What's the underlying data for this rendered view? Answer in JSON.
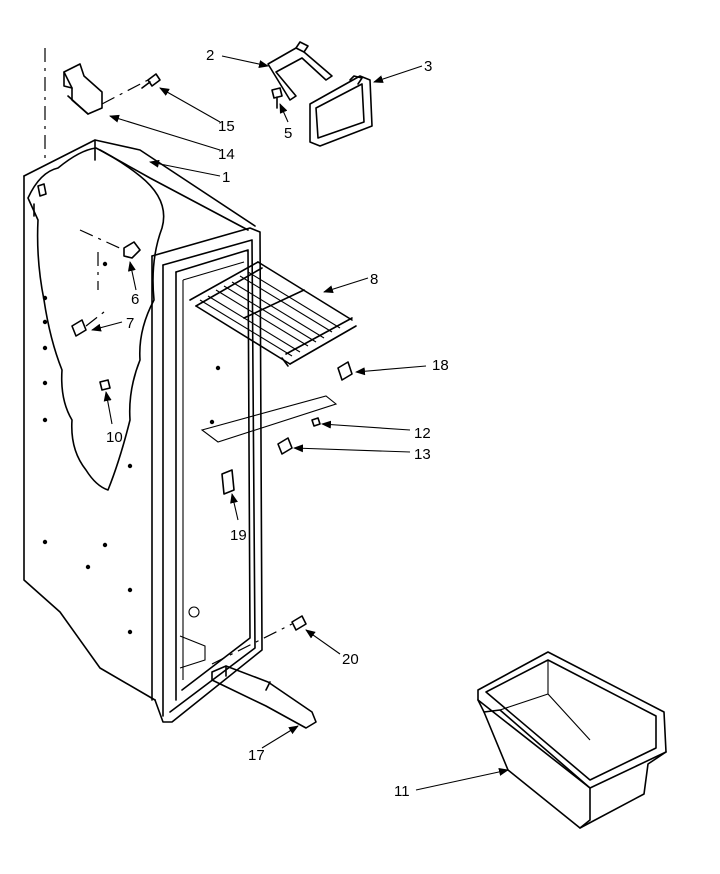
{
  "diagram": {
    "callouts": [
      {
        "id": "c1",
        "text": "1"
      },
      {
        "id": "c2",
        "text": "2"
      },
      {
        "id": "c3",
        "text": "3"
      },
      {
        "id": "c5",
        "text": "5"
      },
      {
        "id": "c6",
        "text": "6"
      },
      {
        "id": "c7",
        "text": "7"
      },
      {
        "id": "c8",
        "text": "8"
      },
      {
        "id": "c10",
        "text": "10"
      },
      {
        "id": "c11",
        "text": "11"
      },
      {
        "id": "c12",
        "text": "12"
      },
      {
        "id": "c13",
        "text": "13"
      },
      {
        "id": "c14",
        "text": "14"
      },
      {
        "id": "c15",
        "text": "15"
      },
      {
        "id": "c17",
        "text": "17"
      },
      {
        "id": "c18",
        "text": "18"
      },
      {
        "id": "c19",
        "text": "19"
      },
      {
        "id": "c20",
        "text": "20"
      }
    ]
  }
}
